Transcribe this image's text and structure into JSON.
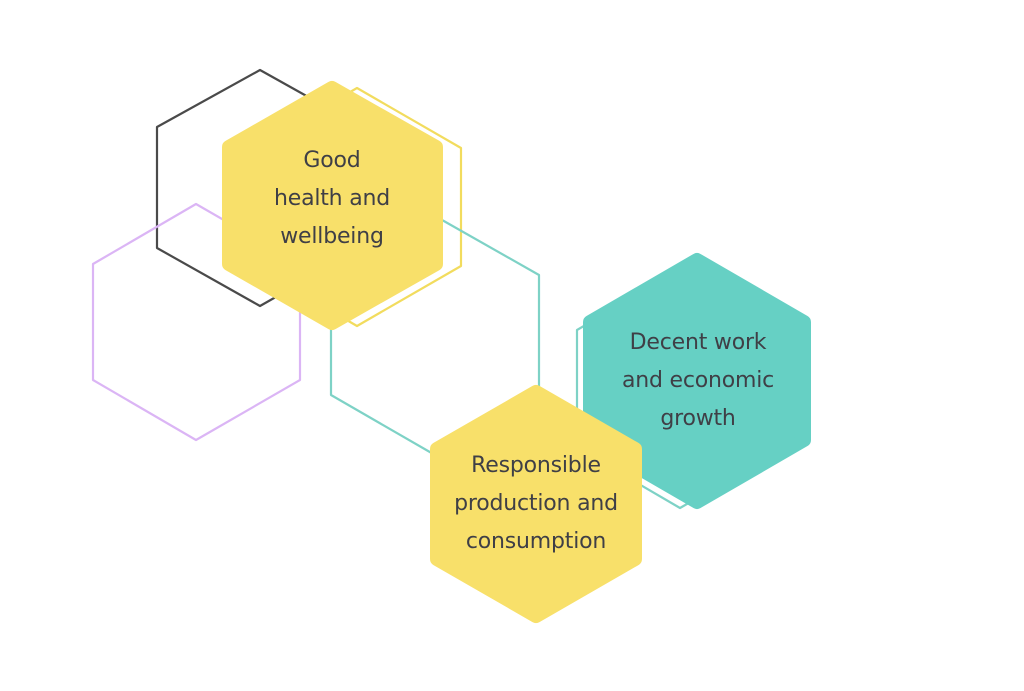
{
  "colors": {
    "yellow": "#f8e06a",
    "yellow_outline": "#f2dc5e",
    "teal": "#66d0c4",
    "teal_outline": "#7ed2c6",
    "purple_outline": "#dbb5f5",
    "dark_outline": "#4a4a4a",
    "text": "#3f3f46"
  },
  "hexagons": [
    {
      "name": "good-health-and-wellbeing",
      "lines": [
        "Good",
        "health and",
        "wellbeing"
      ],
      "style": "filled-yellow"
    },
    {
      "name": "decent-work-and-economic-growth",
      "lines": [
        "Decent work",
        "and economic",
        "growth"
      ],
      "style": "filled-teal"
    },
    {
      "name": "responsible-production-and-consumption",
      "lines": [
        "Responsible",
        "production and",
        "consumption"
      ],
      "style": "filled-yellow"
    }
  ]
}
